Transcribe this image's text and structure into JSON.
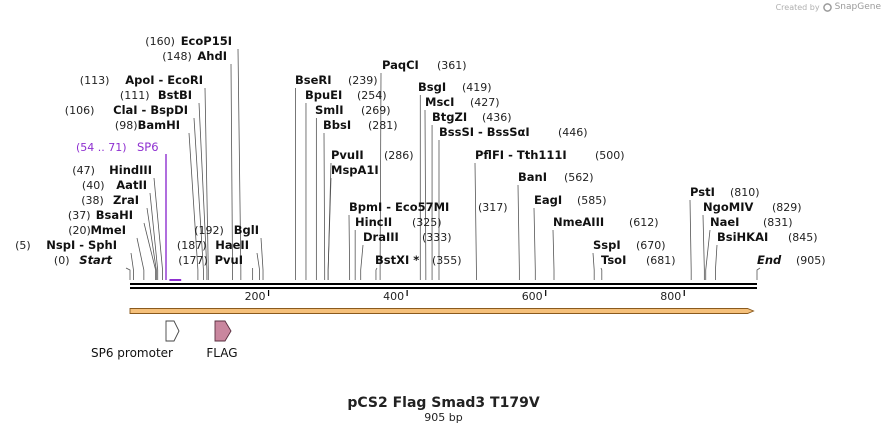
{
  "credit": {
    "prefix": "Created by",
    "brand": "SnapGene"
  },
  "title": "pCS2 Flag Smad3 T179V",
  "length_label": "905 bp",
  "ruler": {
    "ticks": [
      200,
      400,
      600,
      800
    ]
  },
  "colors": {
    "text": "#111111",
    "position": "#222222",
    "primer": "#8e2fd0",
    "backbone": "#000000",
    "orf_fill": "#f5c07a",
    "orf_stroke": "#8a5a1e",
    "promoter_fill": "#ffffff",
    "flag_fill": "#c9869e"
  },
  "sites": [
    {
      "name": "Start",
      "pos": "(0)",
      "bp": 0,
      "italic": true
    },
    {
      "name": "NspI - SphI",
      "pos": "(5)",
      "bp": 5
    },
    {
      "name": "MmeI",
      "pos": "(20)",
      "bp": 20
    },
    {
      "name": "BsaHI",
      "pos": "(37)",
      "bp": 37
    },
    {
      "name": "ZraI",
      "pos": "(38)",
      "bp": 38
    },
    {
      "name": "AatII",
      "pos": "(40)",
      "bp": 40
    },
    {
      "name": "HindIII",
      "pos": "(47)",
      "bp": 47
    },
    {
      "name": "BamHI",
      "pos": "(98)",
      "bp": 98
    },
    {
      "name": "ClaI - BspDI",
      "pos": "(106)",
      "bp": 106
    },
    {
      "name": "BstBI",
      "pos": "(111)",
      "bp": 111
    },
    {
      "name": "ApoI - EcoRI",
      "pos": "(113)",
      "bp": 113
    },
    {
      "name": "AhdI",
      "pos": "(148)",
      "bp": 148
    },
    {
      "name": "EcoP15I",
      "pos": "(160)",
      "bp": 160
    },
    {
      "name": "PvuI",
      "pos": "(177)",
      "bp": 177
    },
    {
      "name": "HaeII",
      "pos": "(187)",
      "bp": 187
    },
    {
      "name": "BglI",
      "pos": "(192)",
      "bp": 192
    },
    {
      "name": "BseRI",
      "pos": "(239)",
      "bp": 239
    },
    {
      "name": "BpuEI",
      "pos": "(254)",
      "bp": 254
    },
    {
      "name": "SmlI",
      "pos": "(269)",
      "bp": 269
    },
    {
      "name": "BbsI",
      "pos": "(281)",
      "bp": 281
    },
    {
      "name": "PvuII",
      "pos": "(286)",
      "bp": 286
    },
    {
      "name": "MspA1I",
      "pos": "",
      "bp": 286
    },
    {
      "name": "BpmI - Eco57MI",
      "pos": "(317)",
      "bp": 317
    },
    {
      "name": "HincII",
      "pos": "(325)",
      "bp": 325
    },
    {
      "name": "DraIII",
      "pos": "(333)",
      "bp": 333
    },
    {
      "name": "BstXI *",
      "pos": "(355)",
      "bp": 355
    },
    {
      "name": "PaqCI",
      "pos": "(361)",
      "bp": 361
    },
    {
      "name": "BsgI",
      "pos": "(419)",
      "bp": 419
    },
    {
      "name": "MscI",
      "pos": "(427)",
      "bp": 427
    },
    {
      "name": "BtgZI",
      "pos": "(436)",
      "bp": 436
    },
    {
      "name": "BssSI - BssSαI",
      "pos": "(446)",
      "bp": 446
    },
    {
      "name": "PflFI - Tth111I",
      "pos": "(500)",
      "bp": 500
    },
    {
      "name": "BanI",
      "pos": "(562)",
      "bp": 562
    },
    {
      "name": "EagI",
      "pos": "(585)",
      "bp": 585
    },
    {
      "name": "NmeAIII",
      "pos": "(612)",
      "bp": 612
    },
    {
      "name": "SspI",
      "pos": "(670)",
      "bp": 670
    },
    {
      "name": "TsoI",
      "pos": "(681)",
      "bp": 681
    },
    {
      "name": "PstI",
      "pos": "(810)",
      "bp": 810
    },
    {
      "name": "NgoMIV",
      "pos": "(829)",
      "bp": 829
    },
    {
      "name": "NaeI",
      "pos": "(831)",
      "bp": 831
    },
    {
      "name": "BsiHKAI",
      "pos": "(845)",
      "bp": 845
    },
    {
      "name": "End",
      "pos": "(905)",
      "bp": 905,
      "italic": true
    }
  ],
  "primer": {
    "range": "(54 .. 71)",
    "name": "SP6",
    "start": 54,
    "end": 71
  },
  "features": [
    {
      "name": "SP6 promoter",
      "start": 54,
      "end": 71,
      "kind": "promoter"
    },
    {
      "name": "FLAG",
      "start": 120,
      "end": 143,
      "kind": "flag"
    }
  ],
  "orf": {
    "start": 0,
    "end": 900
  }
}
